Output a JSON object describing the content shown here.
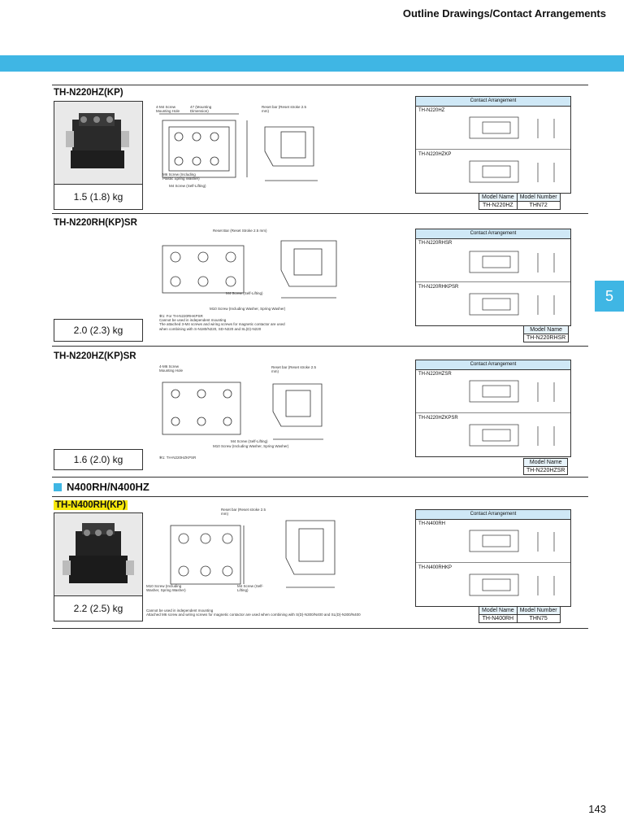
{
  "header": {
    "title": "Outline Drawings/Contact Arrangements"
  },
  "side_tab": "5",
  "page_number": "143",
  "contact_header": "Contact Arrangement",
  "model_name_label": "Model Name",
  "model_number_label": "Model Number",
  "sections": [
    {
      "title": "TH-N220HZ(KP)",
      "weight": "1.5 (1.8) kg",
      "contacts": [
        "TH-N220HZ",
        "TH-N220HZKP"
      ],
      "model_name": "TH-N220HZ",
      "model_number": "THN72",
      "callouts": [
        "4-M4 Screw Mounting Hole",
        "47 (Mounting Dimension)",
        "Reset bar (Reset stroke 2.5 mm)",
        "M4 Screw (Self-Lifting)",
        "M6 Screw (Including Plastic Spring Washer)"
      ],
      "notes": []
    },
    {
      "title": "TH-N220RH(KP)SR",
      "weight": "2.0 (2.3) kg",
      "contacts": [
        "TH-N220RHSR",
        "TH-N220RHKPSR"
      ],
      "model_name": "TH-N220RHSR",
      "model_number": "",
      "callouts": [
        "Reset Bar (Reset Stroke 2.5 mm)",
        "M4 Screw (Self-Lifting)",
        "M10 Screw (Including Washer, Spring Washer)"
      ],
      "notes": [
        "✻1: For TH-N220RHKPSR",
        "Cannot be used in independent mounting",
        "The attached 3-M4 screws and wiring screws for magnetic contactor are used",
        "when combining with S-N180/N220, SD-N220 and SL(D)-N220"
      ]
    },
    {
      "title": "TH-N220HZ(KP)SR",
      "weight": "1.6 (2.0) kg",
      "contacts": [
        "TH-N220HZSR",
        "TH-N220HZKPSR"
      ],
      "model_name": "TH-N220HZSR",
      "model_number": "",
      "callouts": [
        "4-M6 Screw Mounting Hole",
        "Reset bar (Reset stroke 2.5 mm)",
        "M4 Screw (Self-Lifting)",
        "M10 Screw (Including Washer, Spring Washer)"
      ],
      "notes": [
        "✻1: TH-N220HZKPSR"
      ]
    },
    {
      "title": "TH-N400RH(KP)",
      "weight": "2.2 (2.5) kg",
      "contacts": [
        "TH-N400RH",
        "TH-N400RHKP"
      ],
      "model_name": "TH-N400RH",
      "model_number": "THN75",
      "callouts": [
        "Reset bar (Reset stroke 2.5 mm)",
        "M10 Screw (Including Washer, Spring Washer)",
        "M4 Screw (Self-Lifting)"
      ],
      "notes": [
        "Cannot be used in independent mounting",
        "Attached M6 screw and wiring screws for magnetic contactor are used when combining with S(D)-N300/N400 and SL(D)-N300/N400"
      ]
    }
  ],
  "n400_heading": "N400RH/N400HZ"
}
